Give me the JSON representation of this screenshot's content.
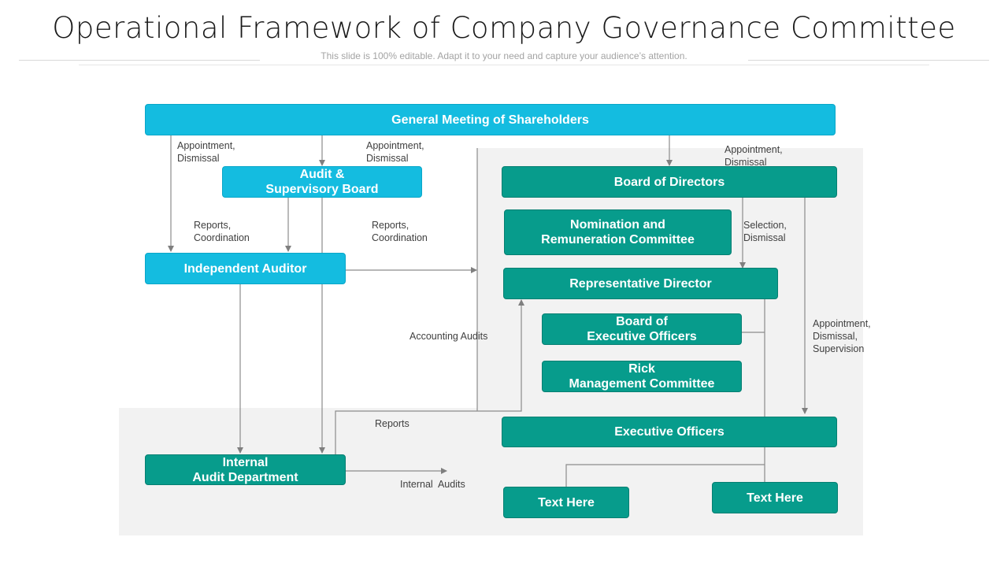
{
  "title": "Operational Framework of Company Governance Committee",
  "subtitle": "This slide is 100% editable. Adapt it to your need and capture your audience’s attention.",
  "colors": {
    "blue": "#14bce0",
    "teal": "#079c8c",
    "panel": "#f2f2f2",
    "connector": "#7f7f7f"
  },
  "boxes": {
    "general_meeting": "General Meeting of Shareholders",
    "audit_board": "Audit &\nSupervisory Board",
    "independent_auditor": "Independent Auditor",
    "internal_audit": "Internal\nAudit Department",
    "board_of_directors": "Board of Directors",
    "nomination": "Nomination and\nRemuneration Committee",
    "representative_director": "Representative Director",
    "executive_officers_board": "Board of\nExecutive Officers",
    "risk_committee": "Rick\nManagement Committee",
    "executive_officers": "Executive Officers",
    "text_here_left": "Text Here",
    "text_here_right": "Text Here"
  },
  "labels": {
    "appt_left": "Appointment,\nDismissal",
    "appt_mid": "Appointment,\nDismissal",
    "appt_right": "Appointment,\nDismissal",
    "reports_left": "Reports,\nCoordination",
    "reports_mid": "Reports,\nCoordination",
    "selection": "Selection,\nDismissal",
    "appt_supervision": "Appointment,\nDismissal,\nSupervision",
    "accounting_audits": "Accounting Audits",
    "reports": "Reports",
    "internal_audits": "Internal  Audits"
  }
}
